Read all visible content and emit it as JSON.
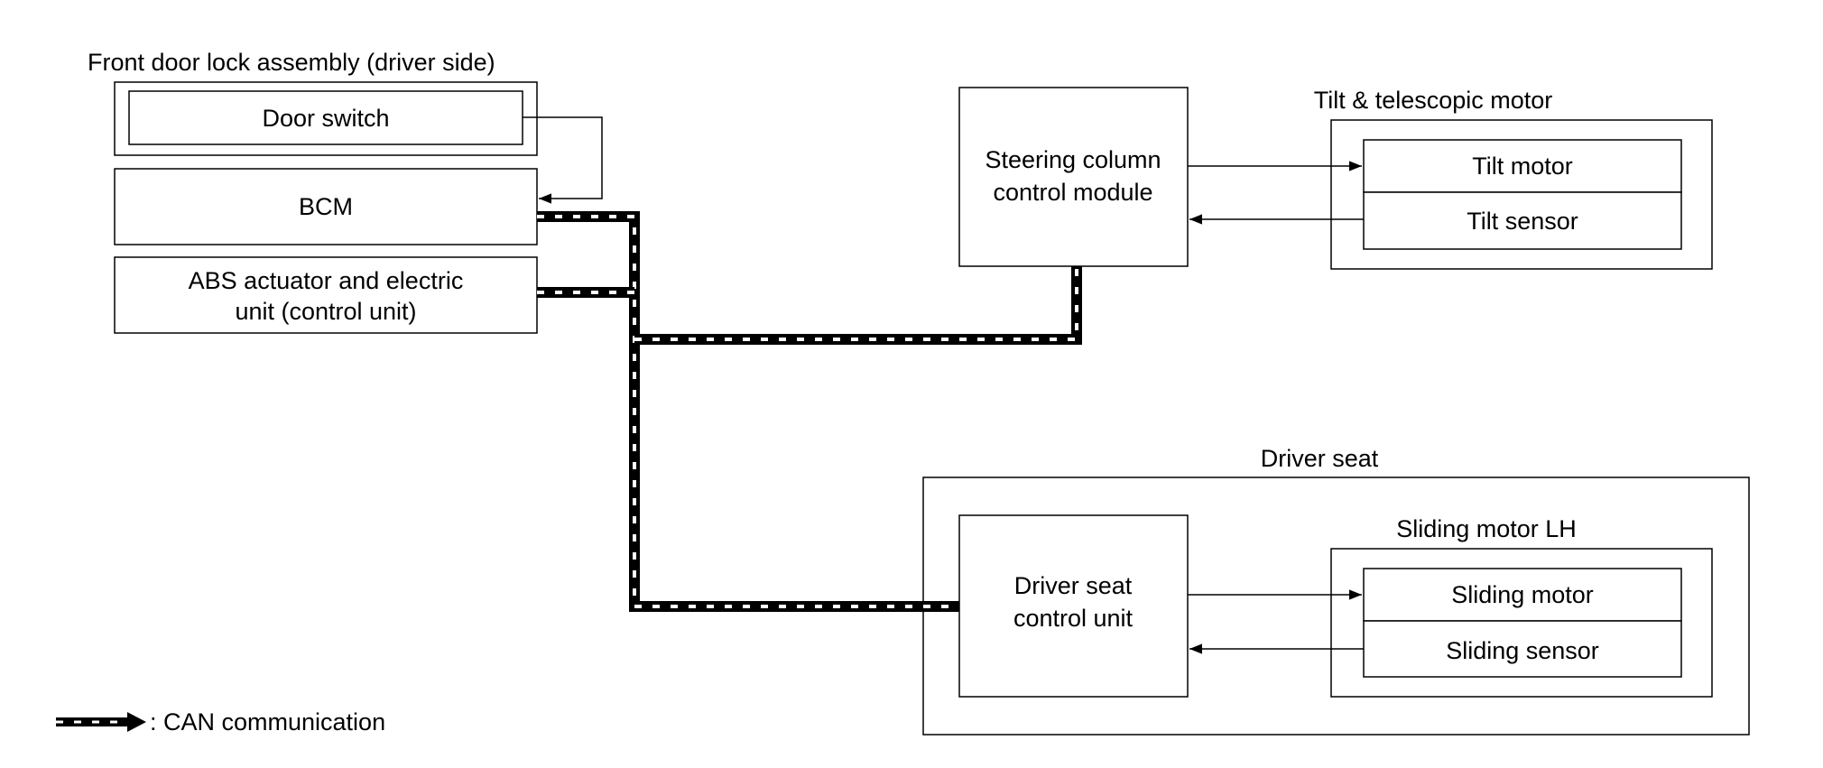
{
  "labels": {
    "front_door_group": "Front door lock assembly (driver side)",
    "door_switch": "Door switch",
    "bcm": "BCM",
    "abs_line1": "ABS actuator and electric",
    "abs_line2": "unit (control unit)",
    "steering_line1": "Steering column",
    "steering_line2": "control module",
    "tilt_group": "Tilt & telescopic motor",
    "tilt_motor": "Tilt motor",
    "tilt_sensor": "Tilt sensor",
    "driver_seat_group": "Driver seat",
    "seat_cu_line1": "Driver seat",
    "seat_cu_line2": "control unit",
    "sliding_group": "Sliding motor LH",
    "sliding_motor": "Sliding motor",
    "sliding_sensor": "Sliding sensor",
    "legend_text": ": CAN communication"
  }
}
